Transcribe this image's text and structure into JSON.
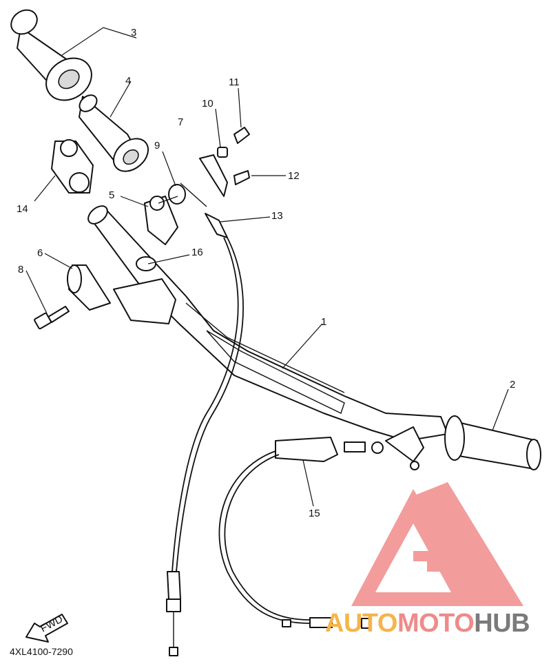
{
  "labels": [
    {
      "n": "1"
    },
    {
      "n": "2"
    },
    {
      "n": "3"
    },
    {
      "n": "4"
    },
    {
      "n": "5"
    },
    {
      "n": "6"
    },
    {
      "n": "7"
    },
    {
      "n": "8"
    },
    {
      "n": "9"
    },
    {
      "n": "10"
    },
    {
      "n": "11"
    },
    {
      "n": "12"
    },
    {
      "n": "13"
    },
    {
      "n": "14"
    },
    {
      "n": "15"
    },
    {
      "n": "16"
    }
  ],
  "diagram_code": "4XL4100-7290",
  "fwd_label": "FWD",
  "watermark": {
    "part1": "AUTO",
    "part2": "MOTO",
    "part3": "HUB",
    "colors": {
      "part1": "#f5b54a",
      "part2": "#f08a8a",
      "part3": "#7a7a7a",
      "logo": "#f28b8b"
    }
  }
}
